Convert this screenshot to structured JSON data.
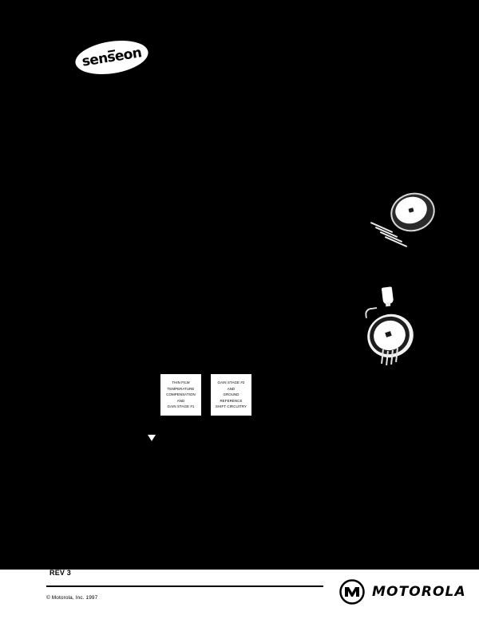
{
  "page": {
    "background_color": "#ffffff",
    "scan_field_color": "#000000"
  },
  "logo": {
    "brand_name": "senseon",
    "shape": "ellipse-badge"
  },
  "illustrations": [
    {
      "name": "round-can-pressure-sensor",
      "lead_count": 4
    },
    {
      "name": "ported-pressure-sensor",
      "pin_count": 4
    }
  ],
  "block_diagram": {
    "blocks": [
      {
        "id": "thin-film-temperature-compensation",
        "lines": [
          "THIN FILM",
          "TEMPERATURE",
          "COMPENSATION",
          "AND",
          "GAIN STAGE #1"
        ]
      },
      {
        "id": "gain-stage-2-ground-reference",
        "lines": [
          "GAIN STAGE #2",
          "AND",
          "GROUND",
          "REFERENCE",
          "SHIFT CIRCUITRY"
        ]
      }
    ]
  },
  "footer": {
    "revision": "REV 3",
    "copyright": "© Motorola, Inc. 1997",
    "company_wordmark": "MOTOROLA"
  }
}
